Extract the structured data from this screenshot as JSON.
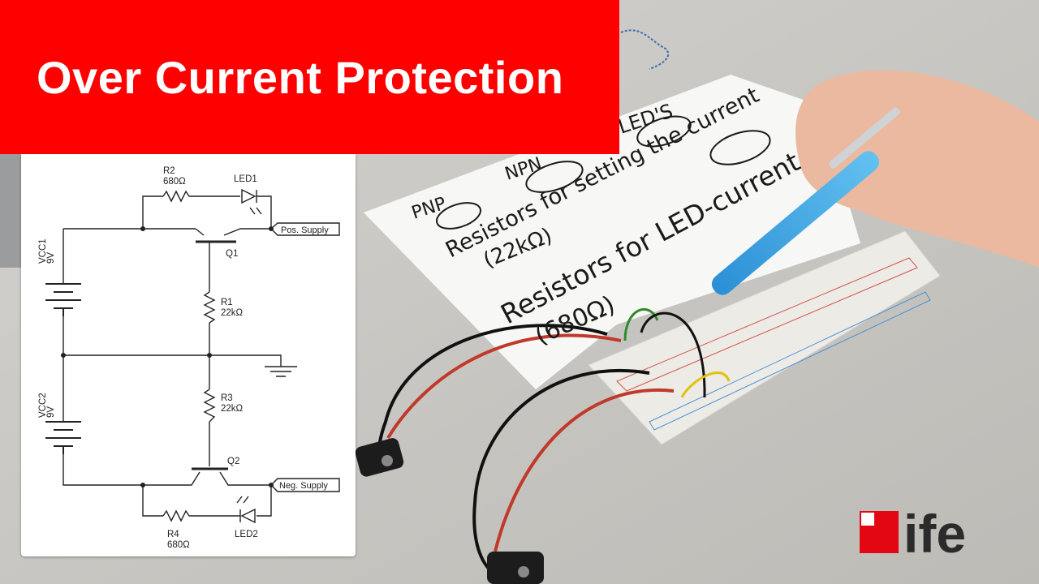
{
  "title": "Over Current Protection",
  "colors": {
    "banner": "#ff0000",
    "banner_text": "#ffffff",
    "logo_red": "#e30613",
    "logo_dark": "#2b2b2b"
  },
  "schematic": {
    "r2": {
      "name": "R2",
      "value": "680Ω"
    },
    "led1": {
      "name": "LED1"
    },
    "q1": {
      "name": "Q1"
    },
    "pos_supply": "Pos. Supply",
    "vcc1": {
      "name": "VCC1",
      "value": "9V"
    },
    "r1": {
      "name": "R1",
      "value": "22kΩ"
    },
    "r3": {
      "name": "R3",
      "value": "22kΩ"
    },
    "vcc2": {
      "name": "VCC2",
      "value": "9V"
    },
    "q2": {
      "name": "Q2"
    },
    "neg_supply": "Neg. Supply",
    "r4": {
      "name": "R4",
      "value": "680Ω"
    },
    "led2": {
      "name": "LED2"
    }
  },
  "handwritten": {
    "pnp": "PNP",
    "npn": "NPN",
    "leds": "LED'S",
    "line1": "Resistors for setting the current",
    "line1b": "(22kΩ)",
    "line2": "Resistors for LED-current",
    "line2b": "(680Ω)"
  },
  "logo": {
    "text": "ife"
  }
}
